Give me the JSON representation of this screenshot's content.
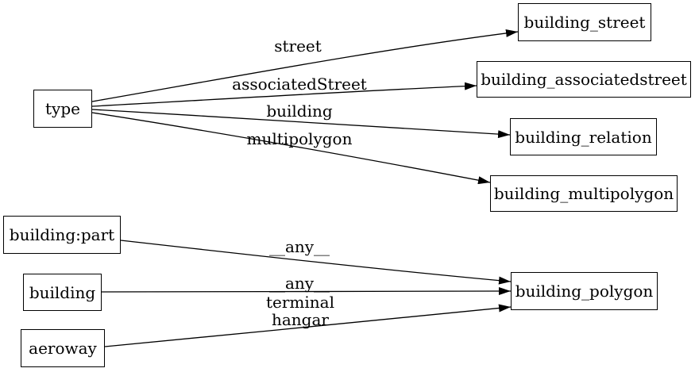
{
  "diagram": {
    "type": "directed-graph",
    "background_color": "#ffffff",
    "line_color": "#000000",
    "text_color": "#000000",
    "nodes": [
      {
        "id": "type",
        "label": "type"
      },
      {
        "id": "building:part",
        "label": "building:part"
      },
      {
        "id": "building",
        "label": "building"
      },
      {
        "id": "aeroway",
        "label": "aeroway"
      },
      {
        "id": "building_street",
        "label": "building_street"
      },
      {
        "id": "building_associatedstreet",
        "label": "building_associatedstreet"
      },
      {
        "id": "building_relation",
        "label": "building_relation"
      },
      {
        "id": "building_multipolygon",
        "label": "building_multipolygon"
      },
      {
        "id": "building_polygon",
        "label": "building_polygon"
      }
    ],
    "edges": [
      {
        "from": "type",
        "to": "building_street",
        "label": "street"
      },
      {
        "from": "type",
        "to": "building_associatedstreet",
        "label": "associatedStreet"
      },
      {
        "from": "type",
        "to": "building_relation",
        "label": "building"
      },
      {
        "from": "type",
        "to": "building_multipolygon",
        "label": "multipolygon"
      },
      {
        "from": "building:part",
        "to": "building_polygon",
        "label": "__any__"
      },
      {
        "from": "building",
        "to": "building_polygon",
        "label": "__any__"
      },
      {
        "from": "aeroway",
        "to": "building_polygon",
        "label": "terminal\nhangar"
      }
    ]
  }
}
